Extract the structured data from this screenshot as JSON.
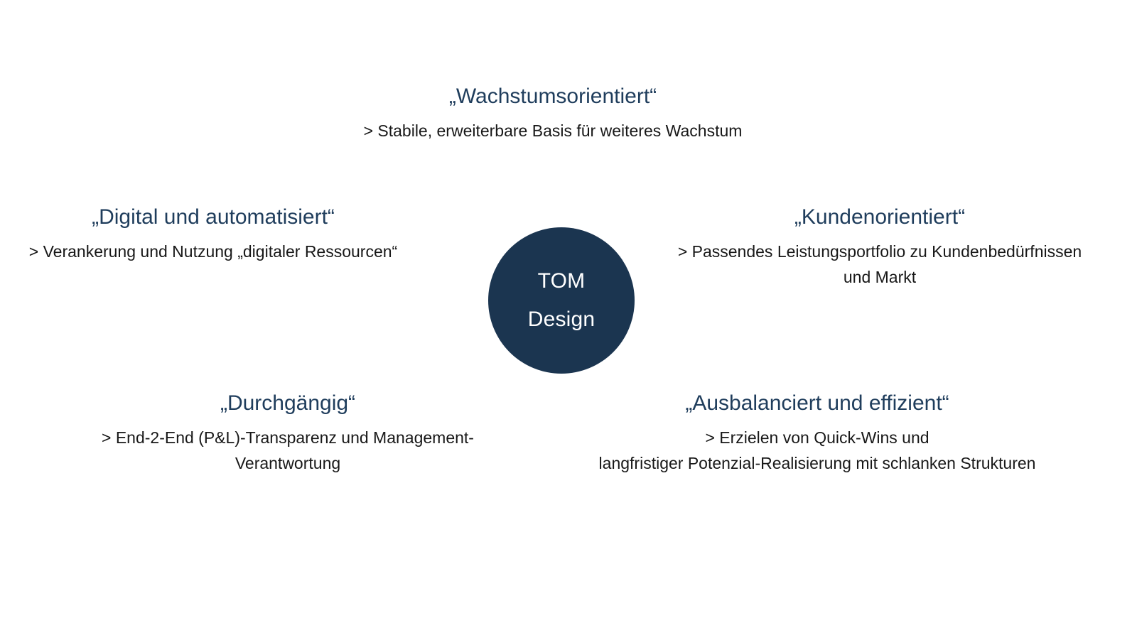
{
  "slide": {
    "background_color": "#ffffff",
    "title_color": "#1f3d5c",
    "body_color": "#181818",
    "hub_color": "#1b3550"
  },
  "hub": {
    "line1": "TOM",
    "line2": "Design"
  },
  "nodes": {
    "growth": {
      "title": "„Wachstumsorientiert“",
      "body_lines": [
        "> Stabile, erweiterbare Basis für weiteres Wachstum"
      ]
    },
    "digital": {
      "title": "„Digital und automatisiert“",
      "body_lines": [
        "> Verankerung und Nutzung „digitaler Ressourcen“"
      ]
    },
    "customer": {
      "title": "„Kundenorientiert“",
      "body_lines": [
        "> Passendes Leistungsportfolio zu Kundenbedürfnissen",
        "und Markt"
      ]
    },
    "end2end": {
      "title": "„Durchgängig“",
      "body_lines": [
        "> End-2-End (P&L)-Transparenz und Management-",
        "Verantwortung"
      ]
    },
    "balanced": {
      "title": "„Ausbalanciert und effizient“",
      "body_lines": [
        "> Erzielen von Quick-Wins und",
        "langfristiger Potenzial-Realisierung mit schlanken Strukturen"
      ]
    }
  }
}
